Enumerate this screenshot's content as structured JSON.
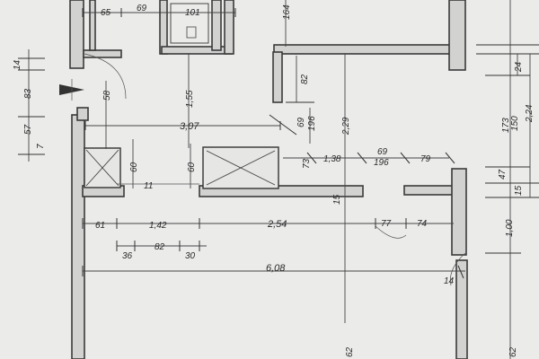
{
  "plan": {
    "dimensions_top": [
      "65",
      "69",
      "101",
      "164"
    ],
    "dimensions_left": [
      "14",
      "83",
      "57",
      "7"
    ],
    "dimensions_interior": [
      "58",
      "1,55",
      "3,07",
      "82",
      "69",
      "196",
      "2,29",
      "73",
      "1,38",
      "69",
      "196",
      "79",
      "60",
      "60",
      "11",
      "15"
    ],
    "dimensions_row_254": [
      "61",
      "1,42",
      "2,54",
      "77",
      "74"
    ],
    "dimensions_row_small": [
      "36",
      "82",
      "30"
    ],
    "dimension_total": "6,08",
    "dimension_14": "14",
    "dimensions_right": [
      "24",
      "173",
      "150",
      "2,24",
      "47",
      "15",
      "1,00"
    ],
    "dimensions_bottom": [
      "62",
      "62"
    ]
  }
}
